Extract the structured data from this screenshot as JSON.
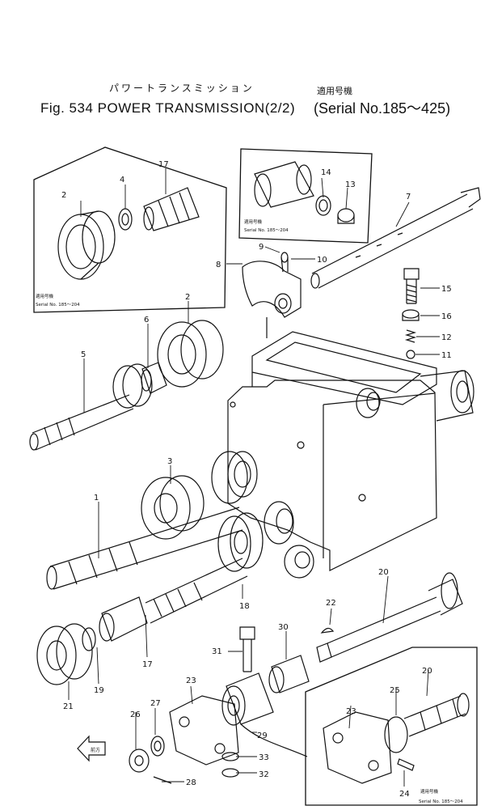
{
  "header": {
    "jp_title": "パワートランスミッション",
    "jp_applicable": "適用号機",
    "fig_title": "Fig. 534 POWER TRANSMISSION(2/2)",
    "serial_range": "(Serial No.185～425)"
  },
  "insets": {
    "top_left_note_jp": "適用号機",
    "top_left_note": "Serial No. 185～204",
    "top_right_note_jp": "適用号機",
    "top_right_note": "Serial No. 185～204",
    "bottom_right_note_jp": "適用号機",
    "bottom_right_note": "Serial No. 185～204"
  },
  "front_mark": "前方",
  "part_numbers": [
    "1",
    "2",
    "3",
    "4",
    "5",
    "6",
    "7",
    "8",
    "9",
    "10",
    "11",
    "12",
    "13",
    "14",
    "15",
    "16",
    "17",
    "18",
    "19",
    "20",
    "21",
    "22",
    "23",
    "24",
    "25",
    "26",
    "27",
    "28",
    "29",
    "30",
    "31",
    "32",
    "33"
  ]
}
